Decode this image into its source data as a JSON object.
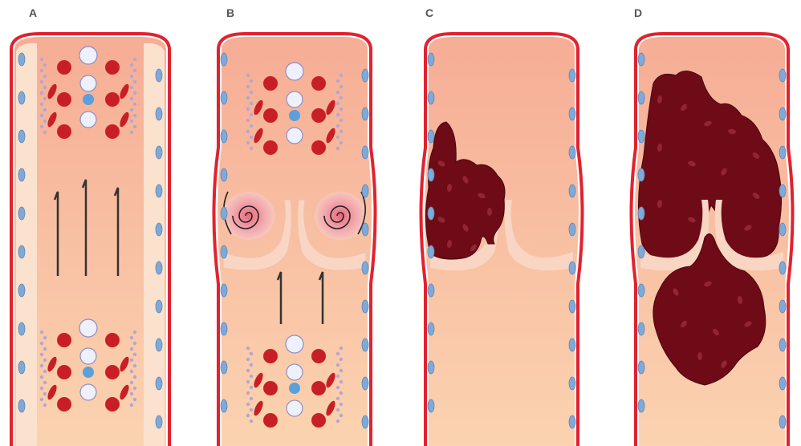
{
  "panels": [
    {
      "label": "A"
    },
    {
      "label": "B"
    },
    {
      "label": "C"
    },
    {
      "label": "D"
    }
  ],
  "colors": {
    "vessel_wall": "#e2222e",
    "lumen_top": "#f8b59a",
    "lumen_bottom": "#fbd0ad",
    "endothelium": "#fbe4d4",
    "endothelial_nucleus": "#7fa9d6",
    "red_cell": "#c81f26",
    "platelet": "#b4a7cf",
    "thrombus": "#6e0b16",
    "arrow": "#222222"
  }
}
